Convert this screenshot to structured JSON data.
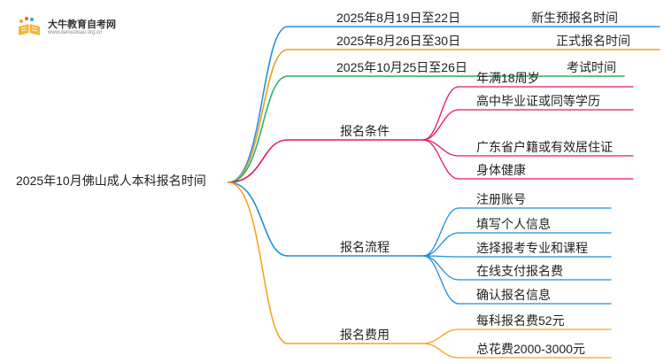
{
  "logo": {
    "name": "大牛教育自考网",
    "url": "www.daniuzikao.org.cn"
  },
  "root": {
    "label": "2025年10月佛山成人本科报名时间"
  },
  "branches": [
    {
      "id": "b0",
      "label": "2025年8月19日至22日",
      "color": "#2f8be8",
      "leaves": [
        {
          "label": "新生预报名时间"
        }
      ]
    },
    {
      "id": "b1",
      "label": "2025年8月26日至30日",
      "color": "#e0a516",
      "leaves": [
        {
          "label": "正式报名时间"
        }
      ]
    },
    {
      "id": "b2",
      "label": "2025年10月25日至26日",
      "color": "#2fae6a",
      "leaves": [
        {
          "label": "考试时间"
        }
      ]
    },
    {
      "id": "b3",
      "label": "报名条件",
      "color": "#e8175d",
      "leaves": [
        {
          "label": "年满18周岁"
        },
        {
          "label": "高中毕业证或同等学历"
        },
        {
          "label": "广东省户籍或有效居住证"
        },
        {
          "label": "身体健康"
        }
      ]
    },
    {
      "id": "b4",
      "label": "报名流程",
      "color": "#1e8fd8",
      "leaves": [
        {
          "label": "注册账号"
        },
        {
          "label": "填写个人信息"
        },
        {
          "label": "选择报考专业和课程"
        },
        {
          "label": "在线支付报名费"
        },
        {
          "label": "确认报名信息"
        }
      ]
    },
    {
      "id": "b5",
      "label": "报名费用",
      "color": "#f2a51c",
      "leaves": [
        {
          "label": "每科报名费52元"
        },
        {
          "label": "总花费2000-3000元"
        }
      ]
    }
  ]
}
